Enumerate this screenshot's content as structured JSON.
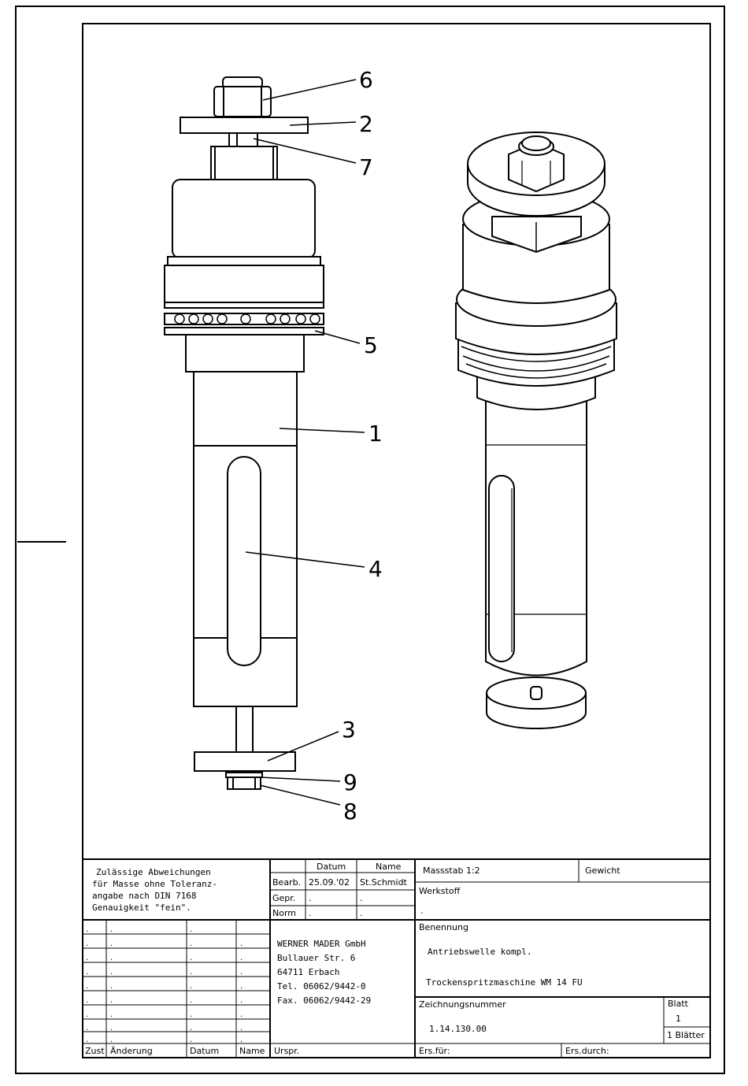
{
  "drawing": {
    "callouts": [
      {
        "id": "6",
        "label": "6"
      },
      {
        "id": "2",
        "label": "2"
      },
      {
        "id": "7",
        "label": "7"
      },
      {
        "id": "5",
        "label": "5"
      },
      {
        "id": "1",
        "label": "1"
      },
      {
        "id": "4",
        "label": "4"
      },
      {
        "id": "3",
        "label": "3"
      },
      {
        "id": "9",
        "label": "9"
      },
      {
        "id": "8",
        "label": "8"
      }
    ]
  },
  "title_block": {
    "tolerance_note": [
      "Zulässige Abweichungen",
      "für Masse ohne Toleranz-",
      "angabe nach DIN 7168",
      "Genauigkeit \"fein\"."
    ],
    "header_datum": "Datum",
    "header_name": "Name",
    "bearb_label": "Bearb.",
    "bearb_date": "25.09.'02",
    "bearb_name": "St.Schmidt",
    "gepr_label": "Gepr.",
    "norm_label": "Norm",
    "dot": ".",
    "scale": "Massstab 1:2",
    "weight_label": "Gewicht",
    "material_label": "Werkstoff",
    "material_value": ".",
    "company": [
      "WERNER MADER GmbH",
      "Bullauer Str. 6",
      "64711 Erbach",
      "Tel. 06062/9442-0",
      "Fax. 06062/9442-29"
    ],
    "designation_label": "Benennung",
    "designation_line1": "Antriebswelle kompl.",
    "designation_line2": "Trockenspritzmaschine WM 14 FU",
    "drawing_number_label": "Zeichnungsnummer",
    "drawing_number": "1.14.130.00",
    "sheet_label": "Blatt",
    "sheet_value": "1",
    "sheets_total": "1  Blätter",
    "rev_headers": {
      "zust": "Zust",
      "aenderung": "Änderung",
      "datum": "Datum",
      "name": "Name"
    },
    "urspr_label": "Urspr.",
    "ers_fuer_label": "Ers.für:",
    "ers_durch_label": "Ers.durch:"
  }
}
